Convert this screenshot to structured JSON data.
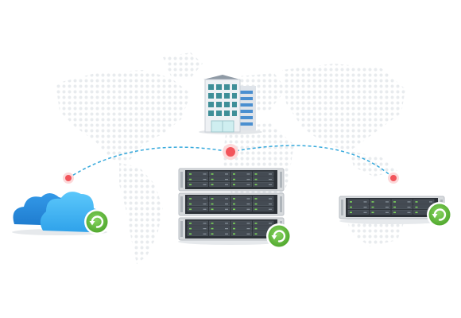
{
  "colors": {
    "background": "#ffffff",
    "map_dots": "#e9ecef",
    "connector": "#36a9dc",
    "node_dot": "#f2545b",
    "node_halo": "#fbd5d6",
    "cloud_back": "#2a8ee0",
    "cloud_front": "#48b6f5",
    "sync_green": "#6cc04a",
    "rack_body": "#2d3238",
    "rack_frame": "#d7dadd",
    "building_glass": "#3f8f98",
    "building_wall": "#eef1f4"
  },
  "icons": {
    "headquarters": "office-building-icon",
    "cloud": "cloud-storage-icon",
    "primary_server": "rack-server-stack-icon",
    "secondary_server": "rackmount-nas-icon",
    "sync_badge": "sync-refresh-icon",
    "background": "world-map-dots"
  },
  "nodes": [
    {
      "id": "hub",
      "label": "",
      "icon": "connection-node-icon"
    },
    {
      "id": "cloud",
      "label": "",
      "icon": "connection-node-icon"
    },
    {
      "id": "remote",
      "label": "",
      "icon": "connection-node-icon"
    }
  ]
}
